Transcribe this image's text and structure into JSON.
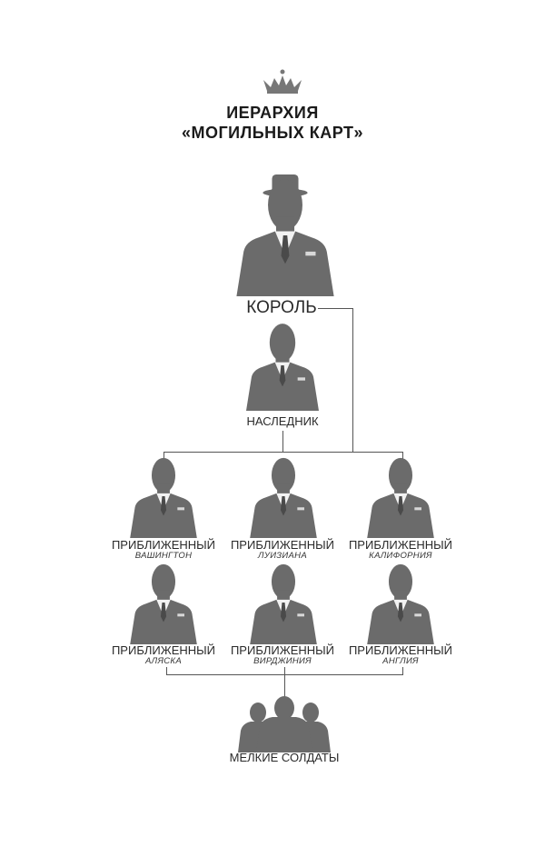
{
  "title": {
    "line1": "ИЕРАРХИЯ",
    "line2": "«МОГИЛЬНЫХ КАРТ»"
  },
  "king": {
    "label": "КОРОЛЬ"
  },
  "heir": {
    "label": "НАСЛЕДНИК"
  },
  "close_ones": [
    {
      "label": "ПРИБЛИЖЕННЫЙ",
      "sub": "ВАШИНГТОН"
    },
    {
      "label": "ПРИБЛИЖЕННЫЙ",
      "sub": "ЛУИЗИАНА"
    },
    {
      "label": "ПРИБЛИЖЕННЫЙ",
      "sub": "КАЛИФОРНИЯ"
    },
    {
      "label": "ПРИБЛИЖЕННЫЙ",
      "sub": "АЛЯСКА"
    },
    {
      "label": "ПРИБЛИЖЕННЫЙ",
      "sub": "ВИРДЖИНИЯ"
    },
    {
      "label": "ПРИБЛИЖЕННЫЙ",
      "sub": "АНГЛИЯ"
    }
  ],
  "soldiers": {
    "label": "МЕЛКИЕ СОЛДАТЫ"
  },
  "colors": {
    "silhouette": "#6b6b6b",
    "line": "#555555"
  }
}
